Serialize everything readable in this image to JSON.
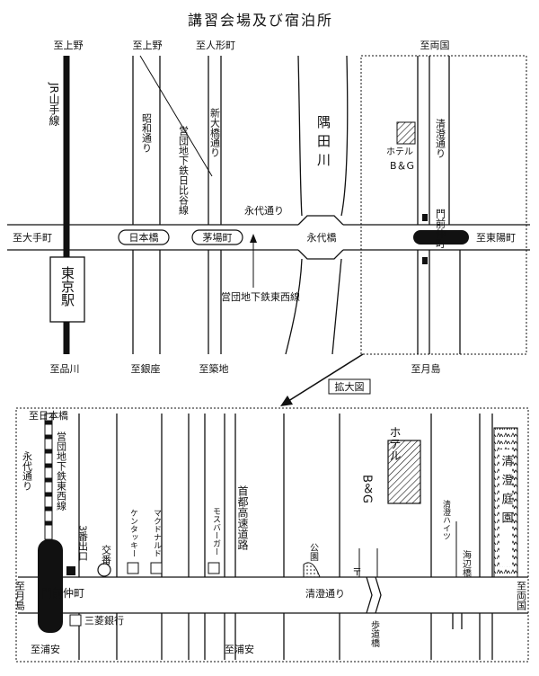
{
  "title": "講習会場及び宿泊所",
  "overview": {
    "direction_labels": {
      "ueno_left": "至上野",
      "ueno_mid": "至上野",
      "ningyocho": "至人形町",
      "ryogoku": "至両国",
      "otemachi": "至大手町",
      "higashi_nihombashi": "至東陽町",
      "shinagawa": "至品川",
      "ginza": "至銀座",
      "tsukiji": "至築地",
      "tsukishima": "至月島"
    },
    "line_labels": {
      "jr": "JR山手線",
      "hibiya": "営団地下鉄日比谷線",
      "tozai": "営団地下鉄東西線"
    },
    "street_labels": {
      "showa": "昭和通り",
      "shin_ohashi": "新大橋通り",
      "eitai": "永代通り",
      "kiyosumi": "清澄通り"
    },
    "station_labels": {
      "tokyo": "東京駅",
      "nihombashi": "日本橋",
      "kayabacho": "茅場町",
      "monzen_nakacho": "門前仲町"
    },
    "places": {
      "river": "隅田川",
      "eitai_bridge": "永代橋",
      "hotel_line1": "ホテル",
      "hotel_line2": "B＆G"
    }
  },
  "enlarged_label": "拡大図",
  "detail": {
    "direction_labels": {
      "nihombashi": "至日本橋",
      "tsukishima": "至月島",
      "urayasu_left": "至浦安",
      "urayasu_mid": "至浦安",
      "ryogoku": "至両国"
    },
    "line_label": "営団地下鉄東西線",
    "street_labels": {
      "eitai": "永代通り",
      "expressway": "首都高速道路",
      "kiyosumi": "清澄通り"
    },
    "places": {
      "exit3": "3番出口",
      "koban": "交番",
      "kfc": "ケンタッキー",
      "mcdonalds": "マクドナルド",
      "mos": "モスバーガー",
      "park_small": "公園",
      "hotel_line1": "ホテル",
      "hotel_line2": "B＆G",
      "kiyosumi_heights": "清澄ハイツ",
      "kiyosumi_garden": "清澄庭園",
      "monzen_nakacho": "門前仲町",
      "mitsubishi_bank": "三菱銀行",
      "footbridge": "歩道橋",
      "umibe_bridge": "海辺橋",
      "post_office": "〒"
    }
  }
}
